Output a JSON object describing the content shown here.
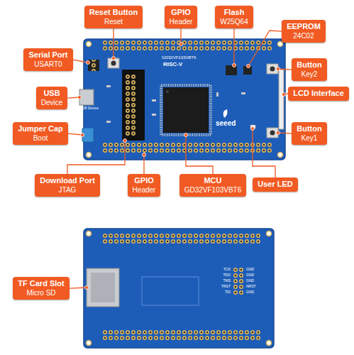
{
  "diagram": {
    "nodes": [
      {
        "text": [
          "Reset Button",
          "Reset"
        ]
      },
      {
        "text": [
          "GPIO",
          "Header"
        ]
      },
      {
        "text": [
          "Flash",
          "W25Q64"
        ]
      },
      {
        "text": [
          "EEPROM",
          "24C02"
        ]
      },
      {
        "text": [
          "Serial Port",
          "USART0"
        ]
      },
      {
        "text": [
          "Button",
          "Key2"
        ]
      },
      {
        "text": [
          "USB",
          "Device"
        ]
      },
      {
        "text": [
          "LCD Interface"
        ]
      },
      {
        "text": [
          "Jumper Cap",
          "Boot"
        ]
      },
      {
        "text": [
          "Button",
          "Key1"
        ]
      },
      {
        "text": [
          "Download Port",
          "JTAG"
        ]
      },
      {
        "text": [
          "GPIO",
          "Header"
        ]
      },
      {
        "text": [
          "MCU",
          "GD32VF103VBT6"
        ]
      },
      {
        "text": [
          "User LED"
        ]
      },
      {
        "text": [
          "TF Card Slot",
          "Micro SD"
        ]
      }
    ],
    "labels": [
      "GD32VF103VBT6",
      "RISC-V",
      "seeed",
      "USB Device",
      "TCK",
      "GND",
      "TDO",
      "GND",
      "TMS",
      "GND",
      "TRST",
      "NRST",
      "TDI",
      "GND"
    ]
  }
}
